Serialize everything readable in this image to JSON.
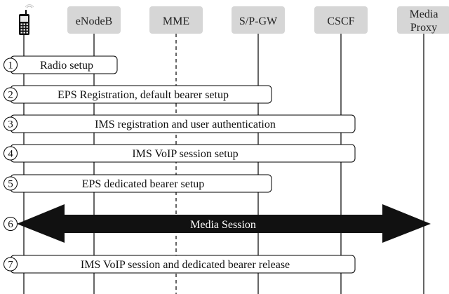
{
  "nodes": [
    {
      "id": "ue",
      "icon": "mobile-phone-icon"
    },
    {
      "id": "enodeb",
      "label": "eNodeB"
    },
    {
      "id": "mme",
      "label": "MME"
    },
    {
      "id": "spgw",
      "label": "S/P-GW"
    },
    {
      "id": "cscf",
      "label": "CSCF"
    },
    {
      "id": "mediaproxy",
      "label_line1": "Media",
      "label_line2": "Proxy"
    }
  ],
  "steps": [
    {
      "num": "1",
      "text": "Radio setup"
    },
    {
      "num": "2",
      "text": "EPS Registration, default bearer setup"
    },
    {
      "num": "3",
      "text": "IMS registration and user authentication"
    },
    {
      "num": "4",
      "text": "IMS VoIP session setup"
    },
    {
      "num": "5",
      "text": "EPS dedicated bearer setup"
    },
    {
      "num": "6",
      "text": "Media Session"
    },
    {
      "num": "7",
      "text": "IMS VoIP session and dedicated bearer release"
    }
  ],
  "colors": {
    "node_fill": "#d6d6d6",
    "lifeline": "#000000",
    "session_arrow": "#111111"
  }
}
